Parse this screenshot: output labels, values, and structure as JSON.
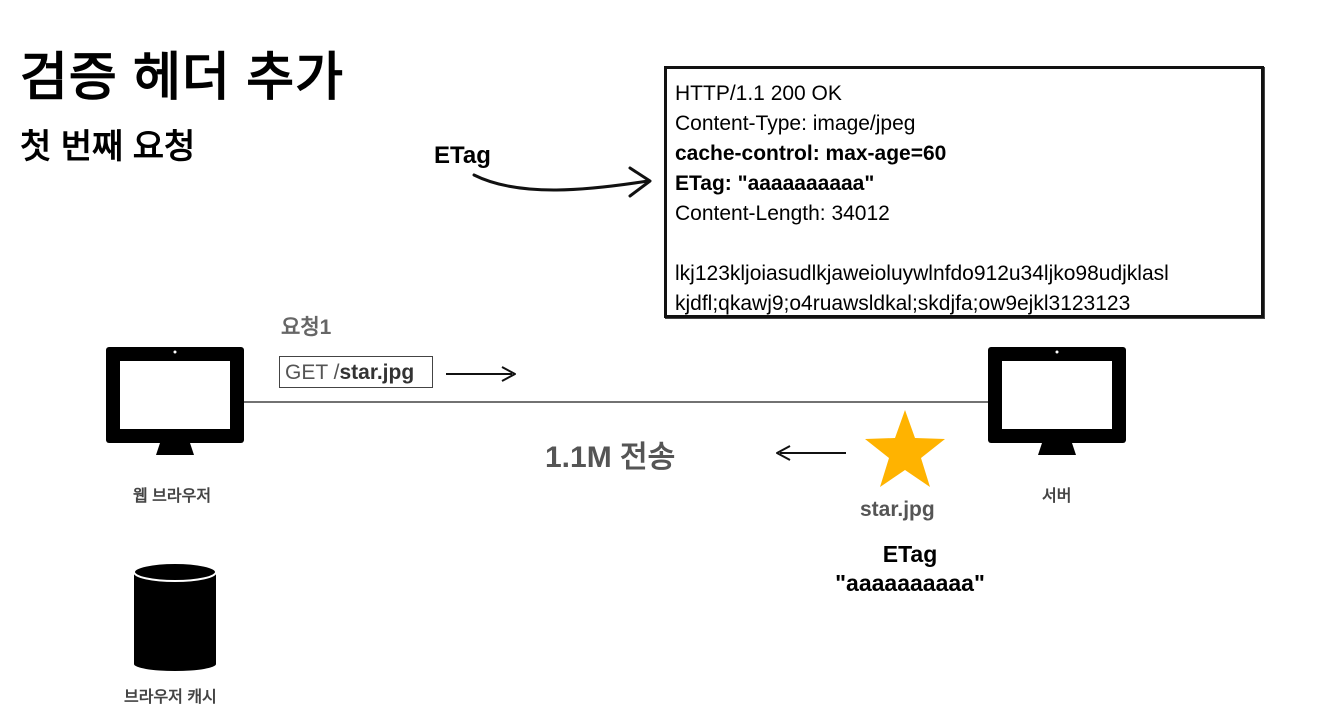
{
  "header": {
    "title": "검증 헤더 추가",
    "subtitle": "첫 번째 요청"
  },
  "annotation": {
    "etag_label": "ETag"
  },
  "response": {
    "lines": [
      "HTTP/1.1 200 OK",
      "Content-Type: image/jpeg",
      "cache-control: max-age=60",
      "ETag: \"aaaaaaaaaa\"",
      "Content-Length: 34012"
    ],
    "body_lines": [
      "lkj123kljoiasudlkjaweioluywlnfdo912u34ljko98udjklasl",
      "kjdfl;qkawj9;o4ruawsldkal;skdjfa;ow9ejkl3123123"
    ]
  },
  "request": {
    "label": "요청1",
    "method": "GET /",
    "path": "star.jpg"
  },
  "transfer": {
    "label": "1.1M 전송"
  },
  "client": {
    "label": "웹 브라우저"
  },
  "server": {
    "label": "서버"
  },
  "cache": {
    "label": "브라우저 캐시"
  },
  "resource": {
    "filename": "star.jpg",
    "etag_key": "ETag",
    "etag_value": "\"aaaaaaaaaa\"",
    "star_color": "#FFB300"
  }
}
